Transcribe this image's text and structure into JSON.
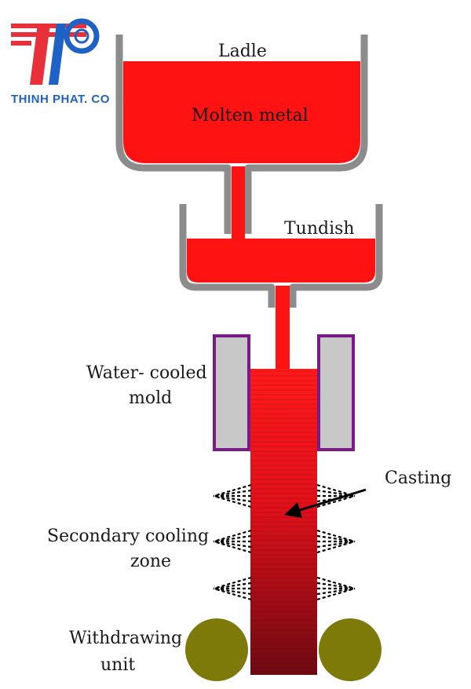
{
  "logo": {
    "company": "THINH PHAT. CO"
  },
  "labels": {
    "ladle": "Ladle",
    "molten_metal": "Molten metal",
    "tundish": "Tundish",
    "mold_line1": "Water- cooled",
    "mold_line2": "mold",
    "casting": "Casting",
    "cooling_line1": "Secondary cooling",
    "cooling_line2": "zone",
    "withdraw_line1": "Withdrawing",
    "withdraw_line2": "unit"
  },
  "colors": {
    "molten": "#ff1212",
    "vessel": "#8c8c8c",
    "mold_border": "#7a1a86",
    "mold_fill": "#c8c8c8",
    "roller": "#7d7a0a",
    "logo_red": "#e8303a",
    "logo_blue": "#1f62c6"
  }
}
